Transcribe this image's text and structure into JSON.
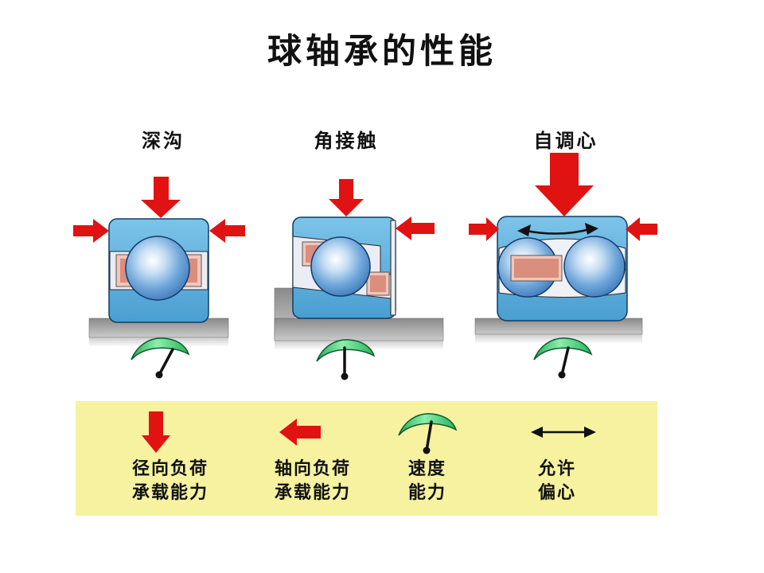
{
  "slide": {
    "title": "球轴承的性能",
    "bearing_labels": [
      {
        "label": "深沟"
      },
      {
        "label": "角接触"
      },
      {
        "label": "自调心"
      }
    ],
    "legend": {
      "items": [
        {
          "icon": "radial-load-arrow-down-icon",
          "line1": "径向负荷",
          "line2": "承载能力"
        },
        {
          "icon": "axial-load-arrow-left-icon",
          "line1": "轴向负荷",
          "line2": "承载能力"
        },
        {
          "icon": "speed-gauge-icon",
          "line1": "速度",
          "line2": "能力"
        },
        {
          "icon": "eccentricity-double-arrow-icon",
          "line1": "允许",
          "line2": "偏心"
        }
      ]
    },
    "colors": {
      "arrow_red": "#E11212",
      "legend_bg": "#F6F2A0",
      "bearing_blue": "#5BAFDC",
      "ball_blue": "#3B77B7",
      "race_pink": "#D98E7E",
      "race_pink_light": "#F2C6BA",
      "gauge_green": "#3FCD74",
      "base_gray": "#9A9A9A",
      "ring_gap_white": "#EAEDF4",
      "outline_navy": "#0F3D66",
      "text": "#111111",
      "background": "#FFFFFF"
    }
  }
}
